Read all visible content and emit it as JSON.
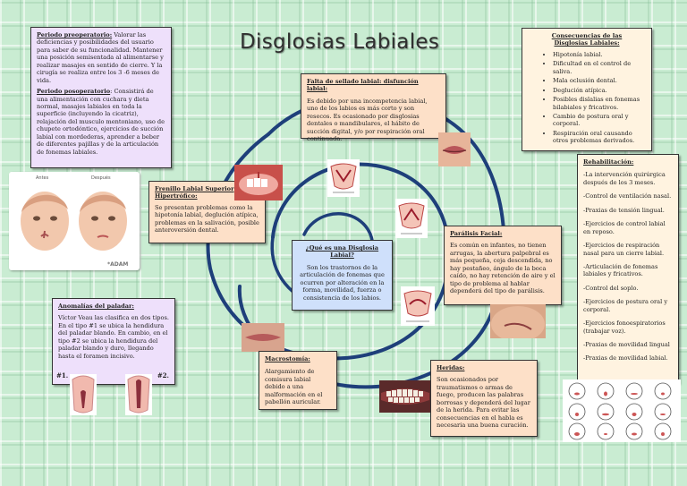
{
  "title": "Disglosias Labiales",
  "preop": {
    "heading": "Periodo preoperatorio:",
    "text": " Valorar las deficiencias y posibilidades del usuario para saber de su funcionalidad. Mantener una posición semisentada al alimentarse y realizar masajes en sentido de cierre. Y la cirugía se realiza entre los 3 -6 meses de vida."
  },
  "postop": {
    "heading": "Periodo posoperatorio",
    "text": ": Consistirá de una alimentación con cuchara y dieta normal, masajes labiales en toda la superficie (incluyendo la cicatriz), relajación del musculo mentoniano, uso de chupete ortodóntico, ejercicios de succión labial con mordederas, aprender a beber de diferentes pajillas y de la articulación de fonemas labiales."
  },
  "baby_photo": {
    "before": "Antes",
    "after": "Después",
    "logo": "*ADAM"
  },
  "anomalias": {
    "heading": "Anomalías del paladar:",
    "text": "Víctor Veau las clasifica en dos tipos. En el tipo #1 se ubica la hendidura del paladar blando. En cambio, en el tipo #2 se ubica la hendidura del paladar blando y duro, llegando hasta el foramen incisivo.",
    "label1": "#1.",
    "label2": "#2."
  },
  "frenillo": {
    "heading": "Frenillo Labial Superior Hipertrófico:",
    "text": "Se presentan problemas como la hipotonía labial, deglución atípica, problemas en la salivación, posible anteroversión dental."
  },
  "falta": {
    "heading": "Falta de sellado labial: disfunción labial:",
    "text": "Es debido por una incompetencia labial, uno de los labios es más corto y son resecos. Es ocasionado por disglosias dentales o mandibulares, el hábito de succión digital, y/o por respiración oral continuada."
  },
  "que_es": {
    "heading": "¿Qué es una Disglosia Labial?",
    "text": "Son los trastornos de la articulación de fonemas que ocurren por alteración en la forma, movilidad, fuerza o consistencia de los labios."
  },
  "paralisis": {
    "heading": "Parálisis Facial:",
    "text": "Es común en infantes, no tienen arrugas, la abertura palpebral es más pequeña, ceja descendida, no hay pestañeo, ángulo de la boca caído, no hay retención de aire y el tipo de problema al hablar dependerá del tipo de parálisis."
  },
  "macrostomia": {
    "heading": "Macrostomía:",
    "text": "Alargamiento de comisura labial debido a una malformación en el pabellón auricular."
  },
  "heridas": {
    "heading": "Heridas:",
    "text": "Son ocasionados por traumatismos o armas de fuego, producen las palabras borrosas y dependerá del lugar de la herida. Para evitar las consecuencias en el habla es necesaria una buena curación."
  },
  "consecuencias": {
    "heading": "Consecuencias de las Disglosias Labiales:",
    "items": [
      "Hipotonía labial.",
      "Dificultad en el control de saliva.",
      "Mala oclusión dental.",
      "Deglución atípica.",
      "Posibles dislalias en fonemas bilabiales y fricativos.",
      "Cambio de postura oral y corporal.",
      "Respiración oral causando otros problemas derivados."
    ]
  },
  "rehabilitacion": {
    "heading": "Rehabilitación:",
    "items": [
      "-La intervención quirúrgica después de los 3 meses.",
      "-Control de ventilación nasal.",
      "-Praxias de tensión lingual.",
      "-Ejercicios de control labial en reposo.",
      "-Ejercicios de respiración nasal para un cierre labial.",
      "-Articulación de fonemas labiales y fricativos.",
      "-Control del soplo.",
      "-Ejercicios de postura oral y corporal.",
      "-Ejercicios fonoespiratorios (trabajar voz).",
      "-Praxias de movilidad lingual",
      "-Praxias de movilidad labial."
    ]
  },
  "colors": {
    "spiral": "#1e3f7a",
    "lavender": "#eee0fb",
    "peach": "#fde0c8",
    "blue": "#cfe0fb",
    "background": "#c9ecd2"
  }
}
